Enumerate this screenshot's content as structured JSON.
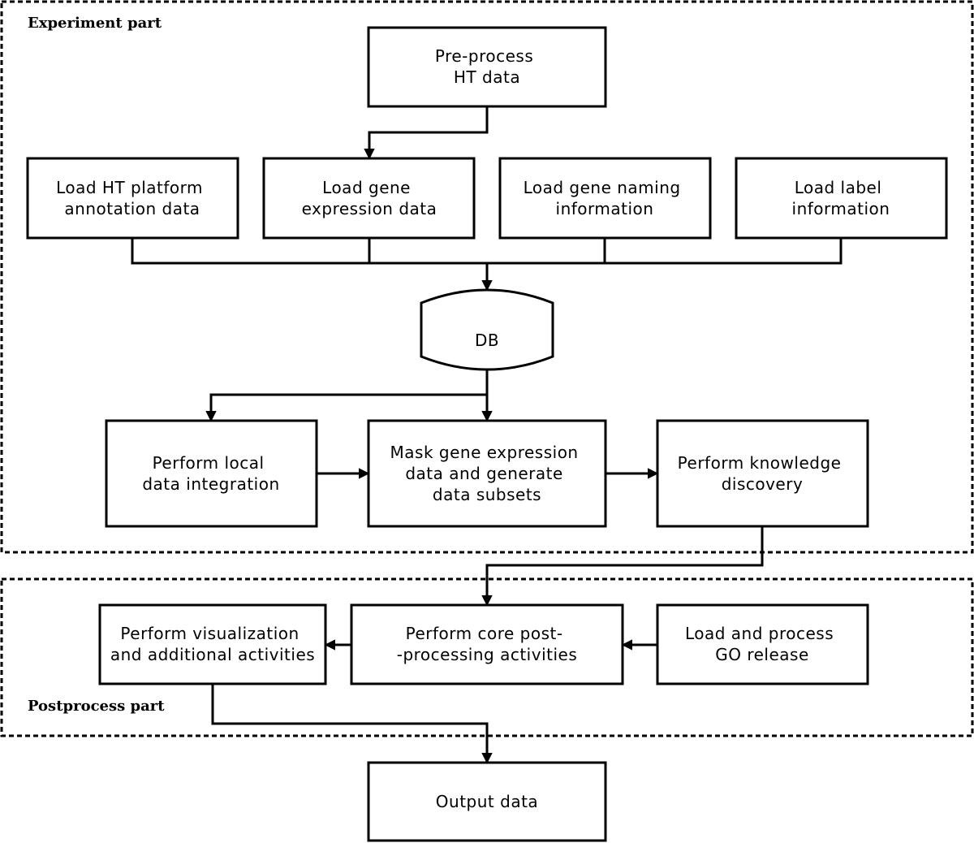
{
  "regions": {
    "experiment": "Experiment part",
    "postprocess": "Postprocess part"
  },
  "nodes": {
    "preprocess": [
      "Pre-process",
      "HT data"
    ],
    "load_platform": [
      "Load HT platform",
      "annotation data"
    ],
    "load_expression": [
      "Load gene",
      "expression data"
    ],
    "load_naming": [
      "Load gene naming",
      "information"
    ],
    "load_label": [
      "Load label",
      "information"
    ],
    "db": [
      "DB"
    ],
    "local_integration": [
      "Perform local",
      "data integration"
    ],
    "mask": [
      "Mask gene expression",
      "data and generate",
      "data subsets"
    ],
    "knowledge": [
      "Perform knowledge",
      "discovery"
    ],
    "visualization": [
      "Perform visualization",
      "and additional activities"
    ],
    "core_post": [
      "Perform core post-",
      "-processing activities"
    ],
    "go_release": [
      "Load and process",
      "GO release"
    ],
    "output": [
      "Output data"
    ]
  }
}
